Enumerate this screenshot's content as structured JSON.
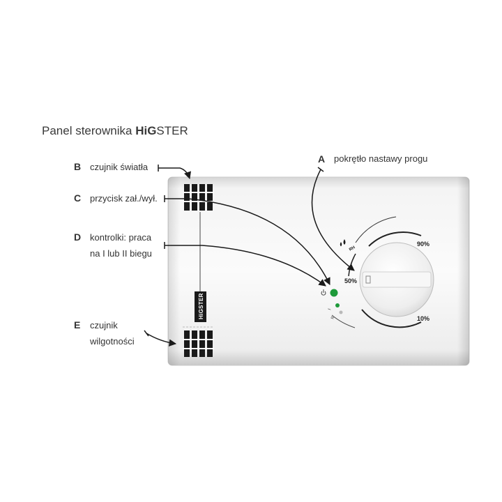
{
  "title": {
    "prefix": "Panel sterownika ",
    "brand_bold": "HiG",
    "brand_rest": "STER"
  },
  "callouts": [
    {
      "id": "A",
      "letter": "A",
      "lines": [
        "pokrętło nastawy progu"
      ]
    },
    {
      "id": "B",
      "letter": "B",
      "lines": [
        "czujnik światła"
      ]
    },
    {
      "id": "C",
      "letter": "C",
      "lines": [
        "przycisk zał./wył."
      ]
    },
    {
      "id": "D",
      "letter": "D",
      "lines": [
        "kontrolki: praca",
        "na I lub II biegu"
      ]
    },
    {
      "id": "E",
      "letter": "E",
      "lines": [
        "czujnik",
        "wilgotności"
      ]
    }
  ],
  "device": {
    "brand_label": "HiGSTER",
    "dial_labels": {
      "max": "90%",
      "mid": "50%",
      "min": "10%"
    },
    "sensor_label": "RH",
    "indicator_labels": {
      "first": "I",
      "second": "II"
    },
    "colors": {
      "led_active": "#1e9a3a",
      "panel": "#f2f2f2",
      "vent": "#1a1a1a"
    },
    "icons": [
      "power-icon",
      "humidity-drops-icon",
      "slot-icon"
    ]
  }
}
